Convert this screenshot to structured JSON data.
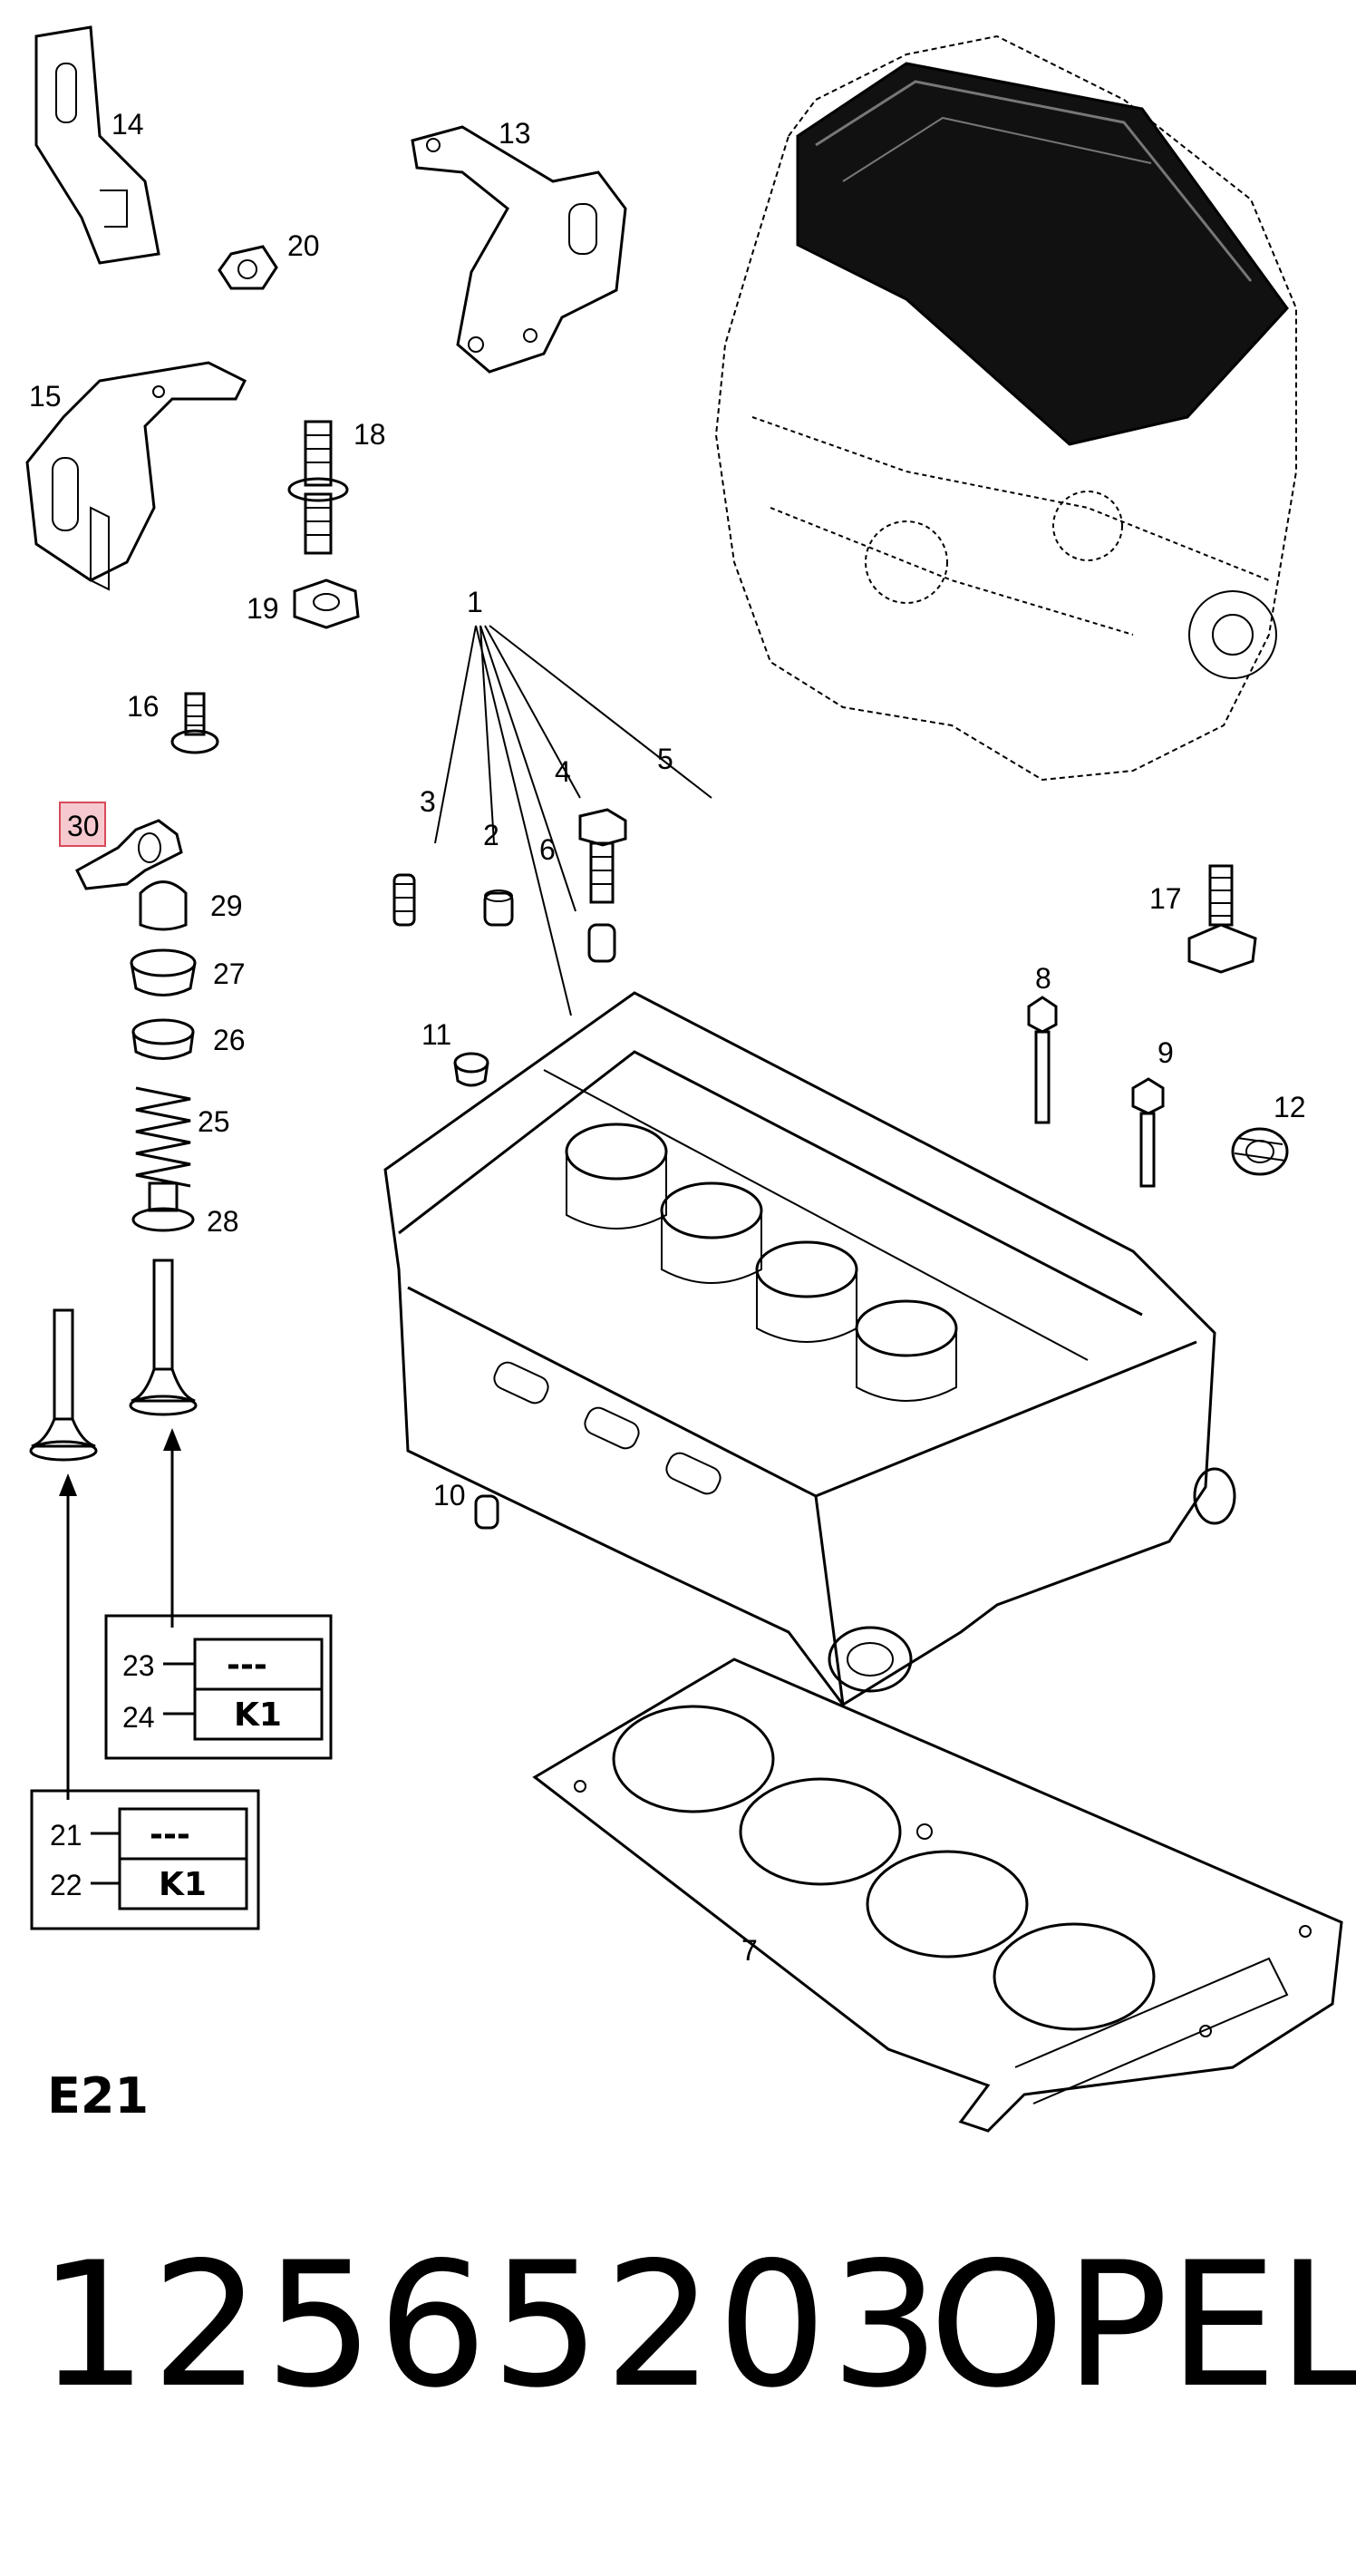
{
  "diagram": {
    "callouts": [
      "14",
      "20",
      "13",
      "15",
      "18",
      "19",
      "1",
      "16",
      "5",
      "4",
      "3",
      "30",
      "2",
      "6",
      "29",
      "27",
      "26",
      "25",
      "28",
      "17",
      "8",
      "11",
      "9",
      "12",
      "10",
      "7"
    ],
    "highlighted_callout": "30",
    "legend_boxes": [
      {
        "rows": [
          {
            "ref": "23",
            "code": "---"
          },
          {
            "ref": "24",
            "code": "K1"
          }
        ]
      },
      {
        "rows": [
          {
            "ref": "21",
            "code": "---"
          },
          {
            "ref": "22",
            "code": "K1"
          }
        ]
      }
    ],
    "sheet_code": "E21"
  },
  "footer": {
    "part_number": "12565203",
    "brand": "OPEL"
  }
}
